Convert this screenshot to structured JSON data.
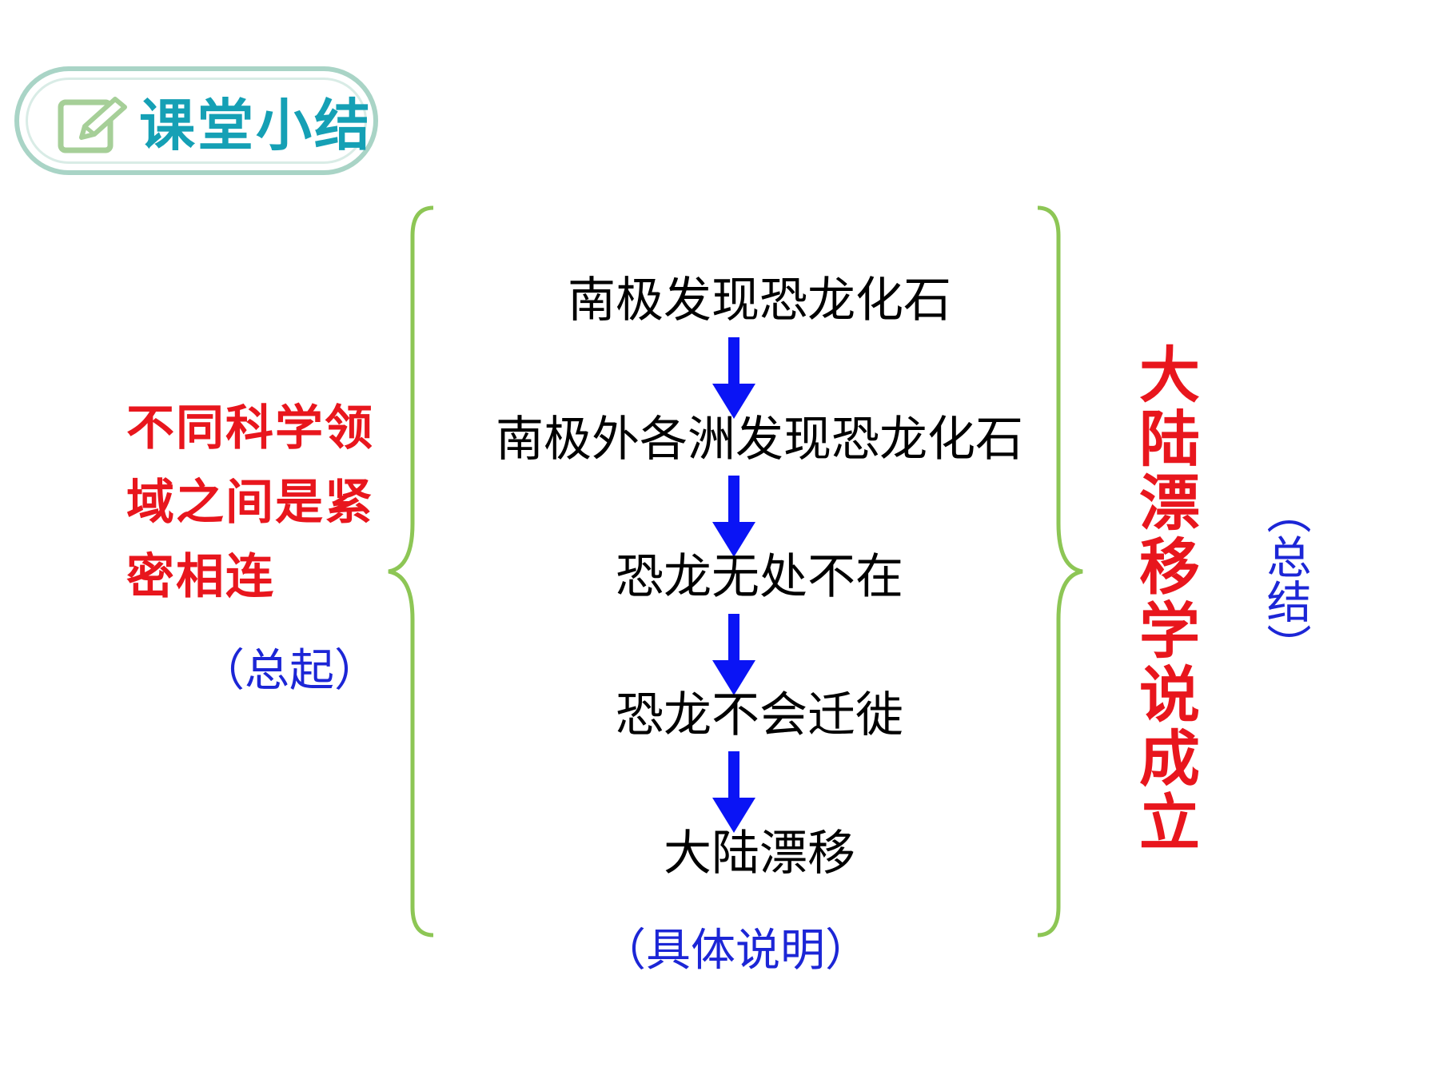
{
  "header": {
    "title": "课堂小结",
    "icon": "edit-icon"
  },
  "colors": {
    "header_border": "#a9d4c6",
    "header_text": "#15a0b5",
    "brace": "#8dc655",
    "arrow": "#0a14f5",
    "red_text": "#e8161d",
    "blue_note": "#1c26d6"
  },
  "left": {
    "statement": "不同科学领域之间是紧密相连",
    "note": "（总起）"
  },
  "flow": {
    "steps": [
      "南极发现恐龙化石",
      "南极外各洲发现恐龙化石",
      "恐龙无处不在",
      "恐龙不会迁徙",
      "大陆漂移"
    ],
    "note": "（具体说明）"
  },
  "right": {
    "conclusion": "大陆漂移学说成立",
    "note": "（总结）"
  }
}
